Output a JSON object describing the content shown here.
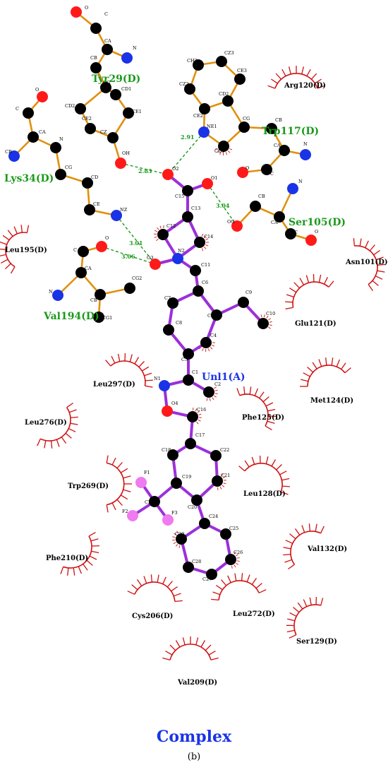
{
  "caption": {
    "title": "Complex",
    "sub": "(b)"
  },
  "colors": {
    "carbon": "#000000",
    "oxygen": "#ff1a1a",
    "nitrogen": "#1a33e6",
    "fluorine": "#f07af0",
    "ligand_bond": "#9b30d9",
    "residue_bond": "#e0900e",
    "hbond": "#1a9a1a",
    "hydrophobic": "#d01010",
    "ligand_name": "#1a33e6",
    "hbond_residue": "#1a9a1a",
    "title": "#1a33e6"
  },
  "ligand_name": "Unl1(A)",
  "hbond_residues": [
    "Tyr29(D)",
    "Trp117(D)",
    "Lys34(D)",
    "Ser105(D)",
    "Val194(D)"
  ],
  "hydrophobic_residues": [
    "Arg120(D)",
    "Leu195(D)",
    "Asn101(D)",
    "Glu121(D)",
    "Leu297(D)",
    "Met124(D)",
    "Leu276(D)",
    "Phe125(D)",
    "Trp269(D)",
    "Leu128(D)",
    "Val132(D)",
    "Phe210(D)",
    "Cys206(D)",
    "Leu272(D)",
    "Ser129(D)",
    "Val209(D)"
  ],
  "hbond_distances": [
    "2.83",
    "2.91",
    "3.04",
    "3.01",
    "3.06"
  ],
  "atom_labels": [
    "O",
    "C",
    "CA",
    "N",
    "CB",
    "OG",
    "CD1",
    "CD2",
    "CE1",
    "CE2",
    "CZ",
    "OH",
    "C",
    "O",
    "CA",
    "CB",
    "N",
    "CG",
    "CD",
    "CE",
    "NZ",
    "CH2",
    "CZ3",
    "CE3",
    "CZ2",
    "CD2",
    "CE2",
    "NE1",
    "CD1",
    "CG",
    "CB",
    "CA",
    "N",
    "C",
    "O",
    "O2",
    "O1",
    "C15",
    "C13",
    "C12",
    "C14",
    "N2",
    "O3",
    "N",
    "CB",
    "CA",
    "OG",
    "C",
    "O",
    "C",
    "O",
    "CA",
    "N",
    "CB",
    "CG1",
    "CG2",
    "C11",
    "C6",
    "C7",
    "C5",
    "C9",
    "C10",
    "C8",
    "C4",
    "C3",
    "C1",
    "N1",
    "C2",
    "O4",
    "C16",
    "C17",
    "C18",
    "C22",
    "C19",
    "C21",
    "F1",
    "C23",
    "C20",
    "F2",
    "F3",
    "C24",
    "C25",
    "C29",
    "C26",
    "C28",
    "C27"
  ]
}
